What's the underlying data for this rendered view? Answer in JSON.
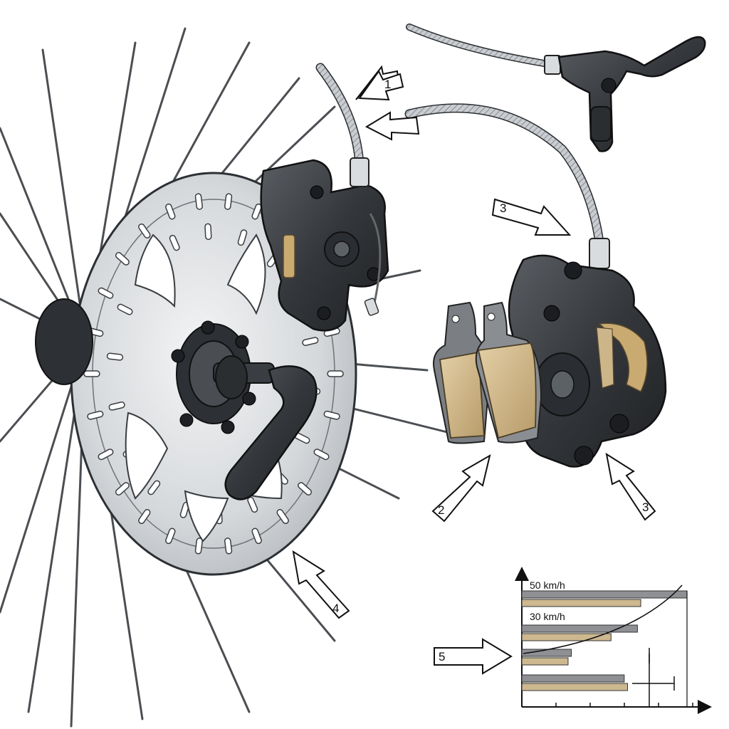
{
  "callouts": {
    "c1": "1",
    "c2": "2",
    "c3a": "3",
    "c3b": "3",
    "c4": "4",
    "c5": "5"
  },
  "colors": {
    "metal": "#d9dcdf",
    "metal_dark": "#2b2e31",
    "pad": "#d2bb8e",
    "bar_gray": "#8f9094",
    "bar_tan": "#cdb88f"
  },
  "chart_data": {
    "type": "bar",
    "orientation": "horizontal",
    "annotations": [
      "50 km/h",
      "30 km/h"
    ],
    "series": [
      {
        "values": [
          1.0,
          0.7,
          0.3,
          0.62
        ]
      },
      {
        "values": [
          0.72,
          0.54,
          0.28,
          0.64
        ]
      }
    ],
    "xlim": [
      0,
      1
    ],
    "grid": false,
    "legend": "none"
  }
}
